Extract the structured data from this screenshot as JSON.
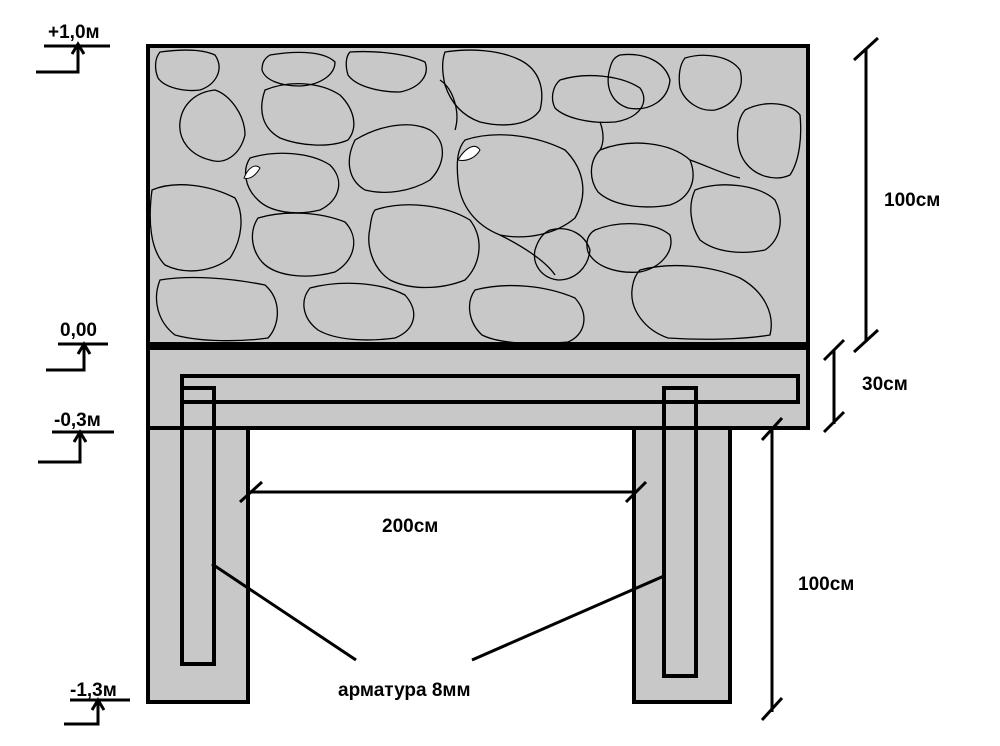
{
  "levels": {
    "top": "+1,0м",
    "zero": "0,00",
    "beam_bottom": "-0,3м",
    "pile_bottom": "-1,3м"
  },
  "dimensions": {
    "wall_height": "100см",
    "beam_height": "30см",
    "pile_spacing": "200см",
    "pile_depth": "100см"
  },
  "callout": {
    "rebar": "арматура 8мм"
  },
  "colors": {
    "concrete": "#c8c8c8",
    "outline": "#000000",
    "background": "#ffffff"
  }
}
